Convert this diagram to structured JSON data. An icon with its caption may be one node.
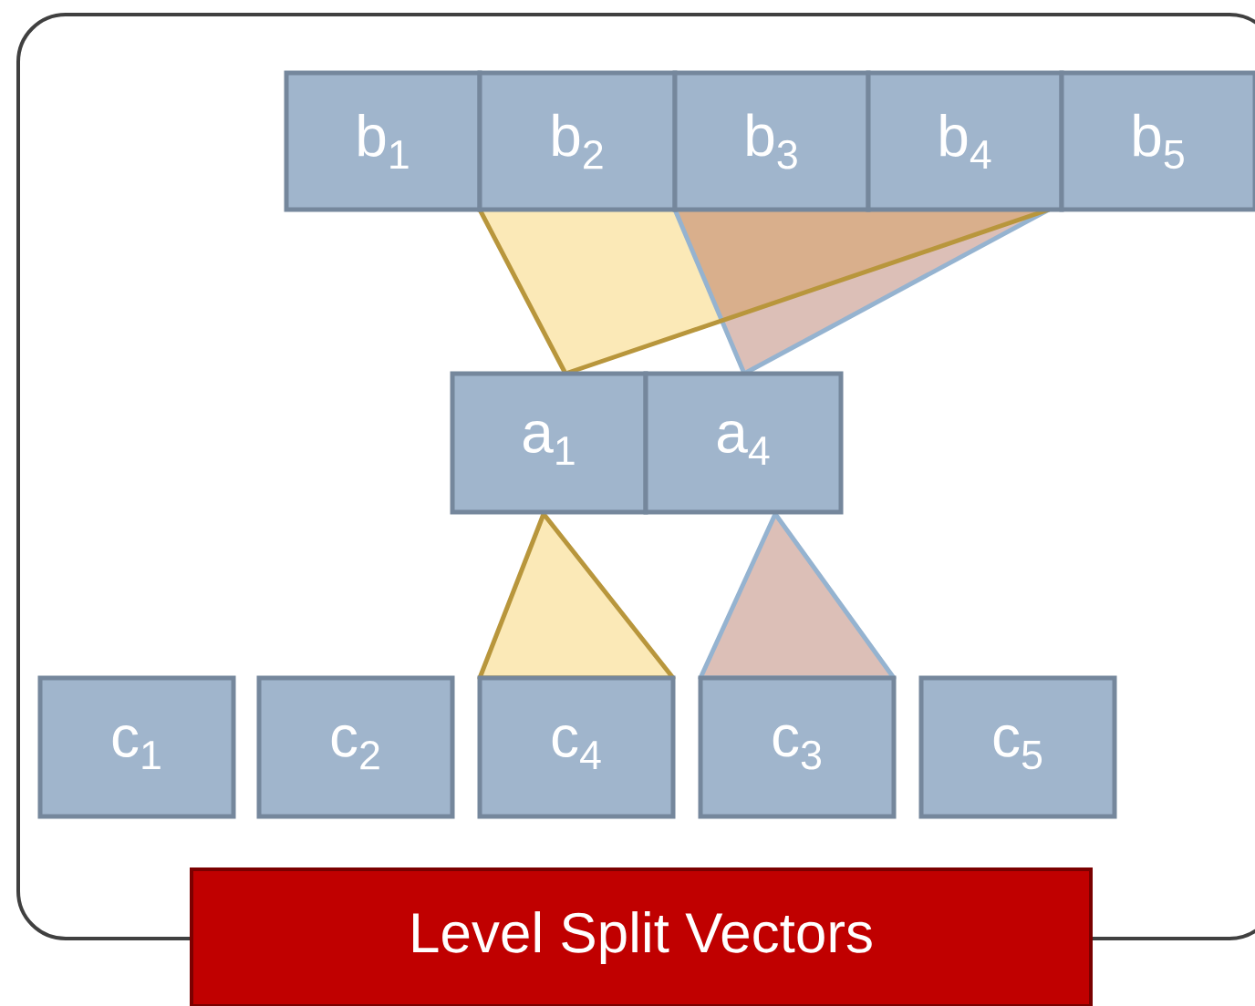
{
  "diagram": {
    "nodes": [
      {
        "text": [],
        "shape": "box"
      },
      {
        "text": [
          "b$_{1}$"
        ],
        "in": 0
      },
      {
        "text": [
          "b$_{2}$"
        ],
        "in": 0
      },
      {
        "text": [
          "b$_{3}$"
        ],
        "in": 0
      },
      {
        "text": [
          "b$_{4}$"
        ],
        "in": 0
      },
      {
        "text": [
          "b$_{5}$"
        ],
        "in": 0
      },
      {
        "text": [
          "a$_{1}$"
        ],
        "in": 0
      },
      {
        "text": [
          "a$_{4}$"
        ],
        "in": 0
      },
      {
        "text": [
          "c$_{1}$"
        ],
        "in": 0
      },
      {
        "text": [
          "c$_{2}$"
        ],
        "in": 0
      },
      {
        "text": [
          "c$_{4}$"
        ],
        "in": 0
      },
      {
        "text": [
          "c$_{3}$"
        ],
        "in": 0
      },
      {
        "text": [
          "c$_{5}$"
        ],
        "in": 0
      },
      {
        "text": [
          "Level Split Vectors"
        ]
      }
    ]
  }
}
